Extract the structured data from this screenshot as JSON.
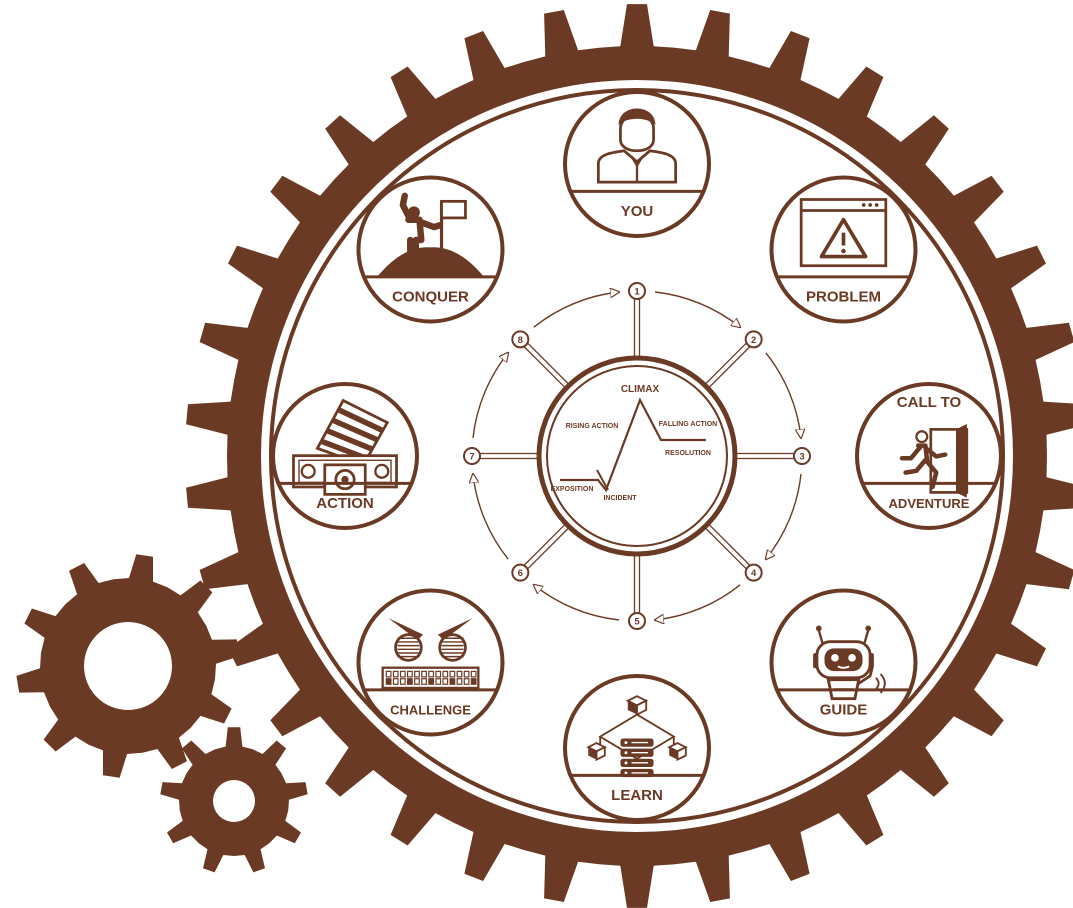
{
  "colors": {
    "brown": "#6B3A24",
    "background": "#FFFFFF"
  },
  "stages": [
    {
      "id": "you",
      "label": "YOU",
      "icon": "person-icon"
    },
    {
      "id": "problem",
      "label": "PROBLEM",
      "icon": "warning-window-icon"
    },
    {
      "id": "call-to-adventure",
      "label_top": "CALL TO",
      "label": "ADVENTURE",
      "icon": "exit-door-icon"
    },
    {
      "id": "guide",
      "label": "GUIDE",
      "icon": "robot-icon"
    },
    {
      "id": "learn",
      "label": "LEARN",
      "icon": "database-icon"
    },
    {
      "id": "challenge",
      "label": "CHALLENGE",
      "icon": "angry-eyes-icon"
    },
    {
      "id": "action",
      "label": "ACTION",
      "icon": "clapperboard-icon"
    },
    {
      "id": "conquer",
      "label": "CONQUER",
      "icon": "flag-summit-icon"
    }
  ],
  "cycle_numbers": [
    "1",
    "2",
    "3",
    "4",
    "5",
    "6",
    "7",
    "8"
  ],
  "plot": {
    "climax": "CLIMAX",
    "rising_action": "RISING ACTION",
    "falling_action": "FALLING ACTION",
    "resolution": "RESOLUTION",
    "exposition": "EXPOSITION",
    "incident": "INCIDENT"
  }
}
